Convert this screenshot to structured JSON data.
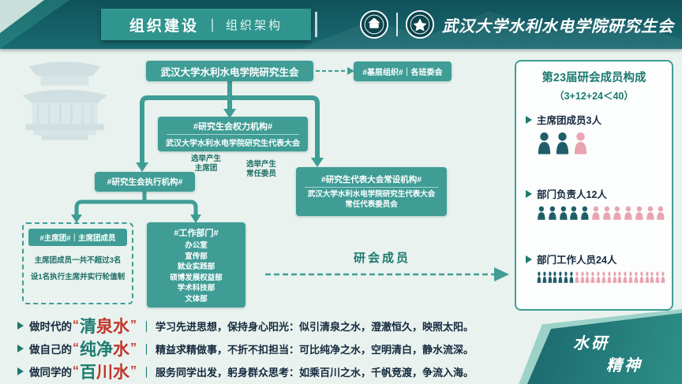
{
  "header": {
    "title_main": "组织建设",
    "title_divider": "｜",
    "title_sub": "组织架构",
    "brand_text": "武汉大学水利水电学院研究生会"
  },
  "flowchart": {
    "root": "武汉大学水利水电学院研究生会",
    "base_org": "#基层组织#｜各班委会",
    "congress_tag": "#研究生会权力机构#",
    "congress_name": "武汉大学水利水电学院研究生代表大会",
    "elect_left_l1": "选举产生",
    "elect_left_l2": "主席团",
    "elect_right_l1": "选举产生",
    "elect_right_l2": "常任委员",
    "exec_tag": "#研究生会执行机构#",
    "standing_tag": "#研究生代表大会常设机构#",
    "standing_name_l1": "武汉大学水利水电学院研究生代表大会",
    "standing_name_l2": "常任代表委员会",
    "presidium_tag": "#主席团#｜主席团成员",
    "presidium_note_l1": "主席团成员一共不超过3名",
    "presidium_note_l2": "设1名执行主席并实行轮值制",
    "departments": {
      "tag": "#工作部门#",
      "items": [
        "办公室",
        "宣传部",
        "就业实践部",
        "硕博发展权益部",
        "学术科技部",
        "文体部"
      ]
    },
    "members_label": "研会成员"
  },
  "panel": {
    "title": "第23届研会成员构成",
    "subtitle": "（3+12+24＜40）",
    "groups": [
      {
        "label": "主席团成员3人",
        "teal": 2,
        "pink": 1,
        "size": "lg"
      },
      {
        "label": "部门负责人12人",
        "teal": 5,
        "pink": 7,
        "size": "md"
      },
      {
        "label": "部门工作人员24人",
        "teal": 7,
        "pink": 17,
        "size": "sm"
      }
    ]
  },
  "motto": {
    "open_quote": "“",
    "close_quote": "”",
    "separator": "｜",
    "lines": [
      {
        "prefix": "做时代的",
        "word": [
          {
            "t": "清",
            "c": "teal"
          },
          {
            "t": "泉",
            "c": "red"
          },
          {
            "t": "水",
            "c": "red"
          }
        ],
        "desc": "学习先进思想，保持身心阳光：似引清泉之水，澄澈恒久，映照太阳。"
      },
      {
        "prefix": "做自己的",
        "word": [
          {
            "t": "纯",
            "c": "teal"
          },
          {
            "t": "净",
            "c": "teal"
          },
          {
            "t": "水",
            "c": "red"
          }
        ],
        "desc": "精益求精做事，不折不扣担当：可比纯净之水，空明清白，静水流深。"
      },
      {
        "prefix": "做同学的",
        "word": [
          {
            "t": "百",
            "c": "teal"
          },
          {
            "t": "川",
            "c": "red"
          },
          {
            "t": "水",
            "c": "red"
          }
        ],
        "desc": "服务同学出发，躬身群众思考：如乘百川之水，千帆竞渡，争流入海。"
      }
    ]
  },
  "badge": {
    "line1": "水研",
    "line2": "精神"
  },
  "colors": {
    "box_teal": "#3f9d96",
    "header_bg": "#14595f",
    "mint_bg": "#e9f2ee",
    "navy": "#14293e",
    "red": "#c2352c",
    "word_teal": "#1c7a70",
    "icon_teal": "#1f5e69",
    "icon_pink": "#e9a4b2"
  }
}
